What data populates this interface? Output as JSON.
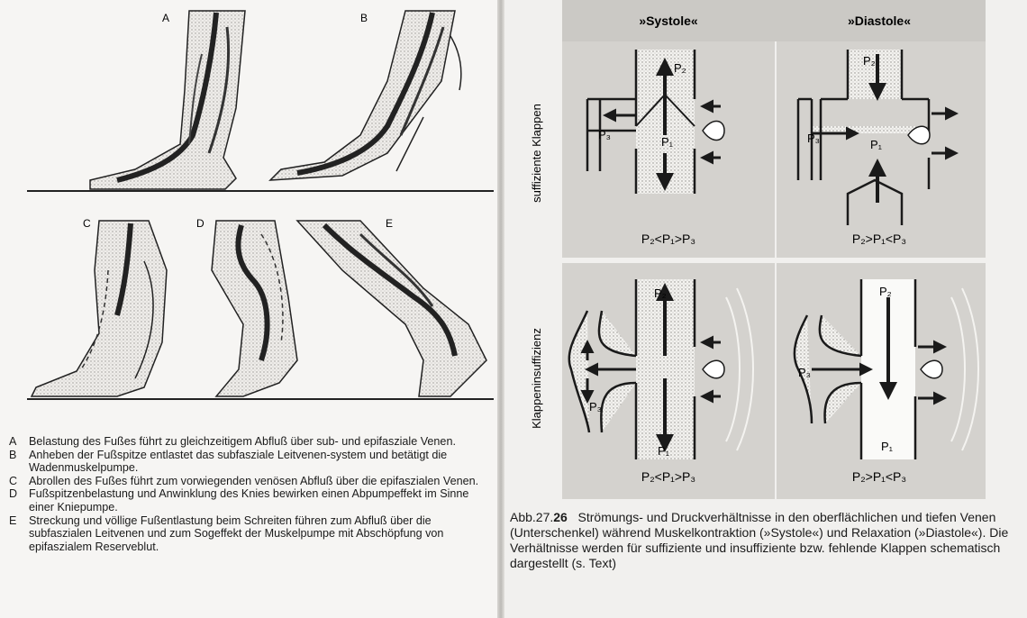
{
  "left_figure": {
    "panels": {
      "a": "A",
      "b": "B",
      "c": "C",
      "d": "D",
      "e": "E"
    },
    "legend": [
      {
        "key": "A",
        "text": "Belastung des Fußes führt zu gleichzeitigem Abfluß über sub- und epifasziale Venen."
      },
      {
        "key": "B",
        "text": "Anheben der Fußspitze entlastet das subfasziale Leitvenen-system und betätigt die Wadenmuskelpumpe."
      },
      {
        "key": "C",
        "text": "Abrollen des Fußes führt zum vorwiegenden venösen Abfluß über die epifaszialen Venen."
      },
      {
        "key": "D",
        "text": "Fußspitzenbelastung und Anwinklung des Knies bewirken einen Abpumpeffekt im Sinne einer Kniepumpe."
      },
      {
        "key": "E",
        "text": "Streckung und völlige Fußentlastung beim Schreiten führen zum Abfluß über die subfaszialen Leitvenen und zum Sogeffekt der Muskelpumpe mit Abschöpfung von epifaszialem Reserveblut."
      }
    ]
  },
  "right_figure": {
    "col_systole": "»Systole«",
    "col_diastole": "»Diastole«",
    "row_suff": "suffiziente Klappen",
    "row_insuff": "Klappeninsuffizienz",
    "p1": "P₁",
    "p2": "P₂",
    "p3": "P₃",
    "eq_suff_sys": "P₂<P₁>P₃",
    "eq_suff_dia": "P₂>P₁<P₃",
    "eq_insuff_sys": "P₂<P₁>P₃",
    "eq_insuff_dia": "P₂>P₁<P₃",
    "caption_label": "Abb.27.",
    "caption_num": "26",
    "caption_text": "Strömungs- und Druckverhältnisse in den oberflächlichen und tiefen Venen (Unterschenkel) während Muskelkontraktion (»Systole«) und Relaxation (»Diastole«). Die Verhältnisse werden für suffiziente und insuffiziente bzw. fehlende Klappen schematisch dargestellt (s. Text)"
  }
}
